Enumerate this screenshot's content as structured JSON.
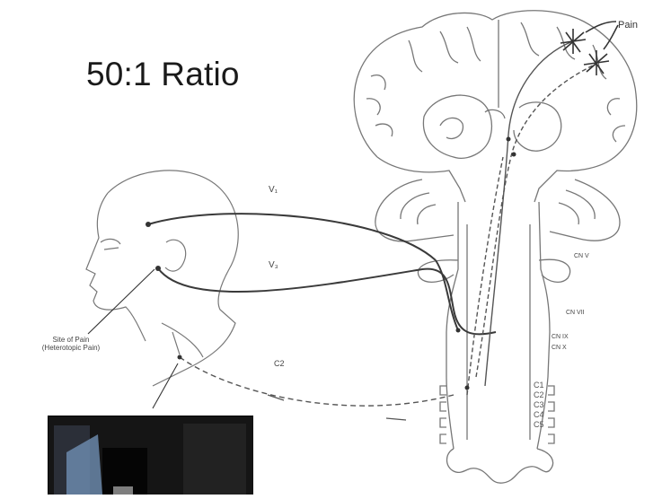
{
  "title": "50:1 Ratio",
  "labels": {
    "pain": "Pain",
    "v1": "V₁",
    "v3": "V₃",
    "c2": "C2",
    "site_of_pain": "Site of Pain",
    "heterotopic_pain": "(Heterotopic Pain)",
    "cn_v": "CN V",
    "cn_vii": "CN VII",
    "cn_ix": "CN IX",
    "cn_x": "CN X",
    "c1": "C1",
    "c2_vert": "C2",
    "c3": "C3",
    "c4": "C4",
    "c5": "C5"
  },
  "colors": {
    "line": "#555555",
    "dark_line": "#3a3a3a",
    "video_bg": "#0d0d0d"
  }
}
